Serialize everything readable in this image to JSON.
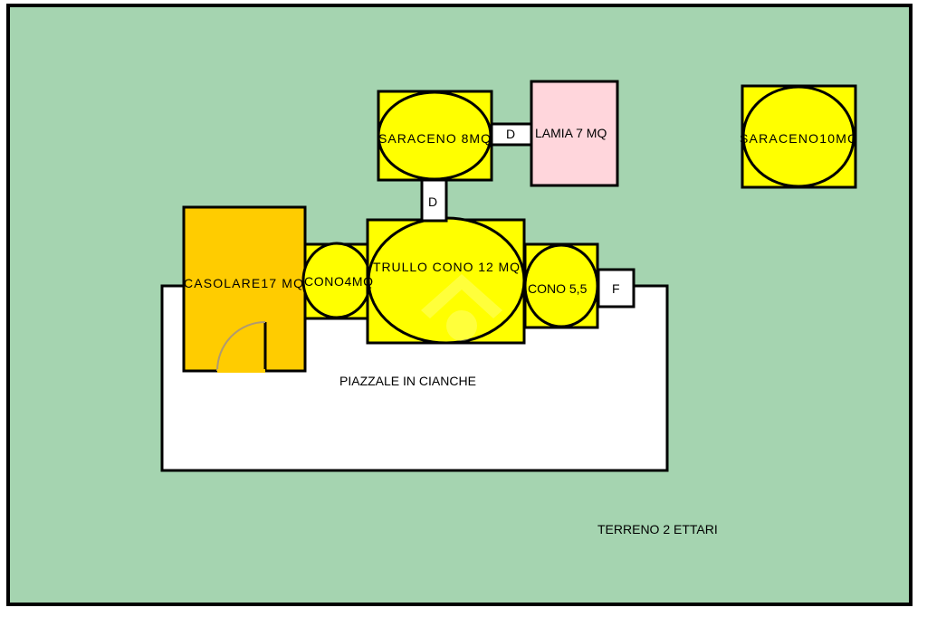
{
  "title": "Floor plan",
  "colors": {
    "land": "#a5d4b0",
    "yellow": "#ffff00",
    "casolare": "#ffcc00",
    "lamia": "#ffd6dc",
    "white": "#ffffff",
    "stroke": "#000000"
  },
  "labels": {
    "saraceno8": "SARACENO 8MQ",
    "door_top": "D",
    "lamia": "LAMIA 7 MQ",
    "saraceno10": "SARACENO10MQ",
    "door_mid": "D",
    "casolare": "CASOLARE17 MQ",
    "cono4": "CONO4MQ",
    "trullo": "TRULLO CONO 12 MQ",
    "cono55": "CONO 5,5",
    "f": "F",
    "piazzale": "PIAZZALE IN CIANCHE",
    "terreno": "TERRENO 2 ETTARI"
  }
}
